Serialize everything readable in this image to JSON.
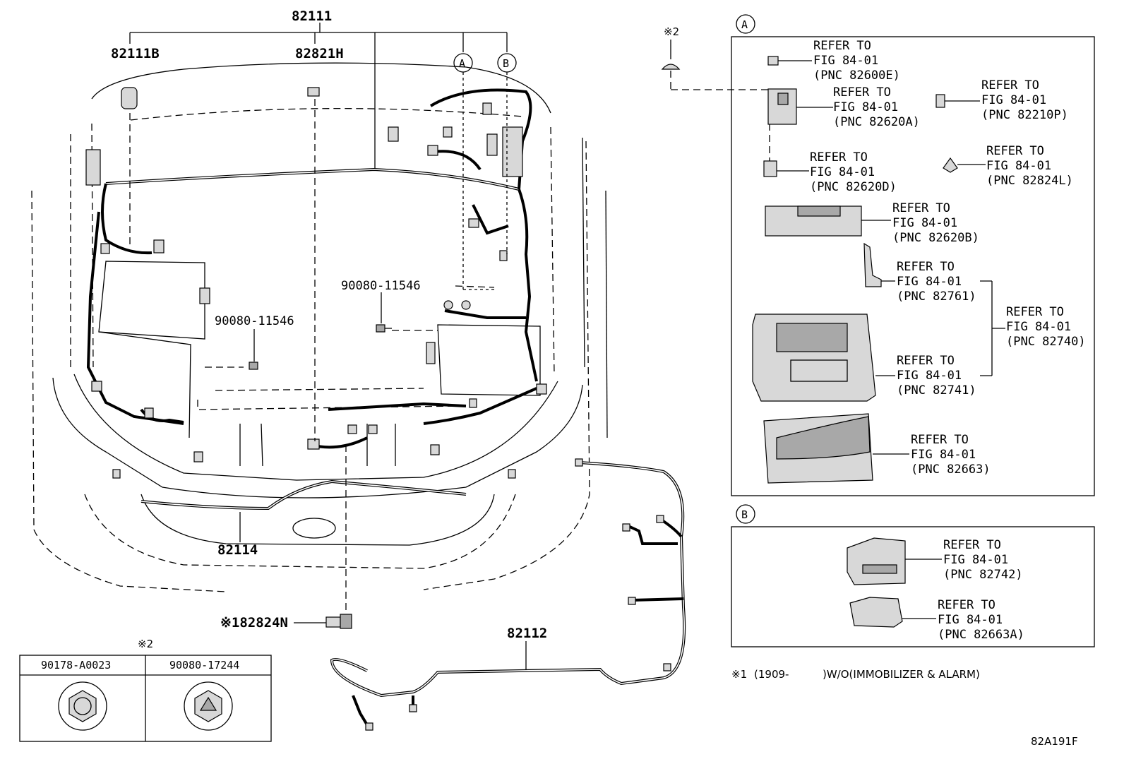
{
  "harness_labels": {
    "main_harness": "82111",
    "sub_b": "82111B",
    "sub_h": "82821H",
    "front_harness": "82114",
    "engine_room_harness": "82112",
    "bolt_upper": "90080-11546",
    "bolt_lower": "90080-11546",
    "sensor": "※182824N",
    "note2_top": "※2"
  },
  "callouts": {
    "a": "A",
    "b": "B"
  },
  "fasteners_table": {
    "note": "※2",
    "columns": [
      "90178-A0023",
      "90080-17244"
    ]
  },
  "panel_a": {
    "tag": "A",
    "refs": [
      {
        "l1": "REFER TO",
        "l2": "FIG 84-01",
        "l3": "(PNC 82600E)"
      },
      {
        "l1": "REFER TO",
        "l2": "FIG 84-01",
        "l3": "(PNC 82620A)"
      },
      {
        "l1": "REFER TO",
        "l2": "FIG 84-01",
        "l3": "(PNC 82210P)"
      },
      {
        "l1": "REFER TO",
        "l2": "FIG 84-01",
        "l3": "(PNC 82620D)"
      },
      {
        "l1": "REFER TO",
        "l2": "FIG 84-01",
        "l3": "(PNC 82824L)"
      },
      {
        "l1": "REFER TO",
        "l2": "FIG 84-01",
        "l3": "(PNC 82620B)"
      },
      {
        "l1": "REFER TO",
        "l2": "FIG 84-01",
        "l3": "(PNC 82761)"
      },
      {
        "l1": "REFER TO",
        "l2": "FIG 84-01",
        "l3": "(PNC 82740)"
      },
      {
        "l1": "REFER TO",
        "l2": "FIG 84-01",
        "l3": "(PNC 82741)"
      },
      {
        "l1": "REFER TO",
        "l2": "FIG 84-01",
        "l3": "(PNC 82663)"
      }
    ]
  },
  "panel_b": {
    "tag": "B",
    "refs": [
      {
        "l1": "REFER TO",
        "l2": "FIG 84-01",
        "l3": "(PNC 82742)"
      },
      {
        "l1": "REFER TO",
        "l2": "FIG 84-01",
        "l3": "(PNC 82663A)"
      }
    ]
  },
  "footnote": {
    "mark": "※1",
    "start": "(1909-",
    "condition": ")W/O(IMMOBILIZER & ALARM)"
  },
  "figure_code": "82A191F"
}
